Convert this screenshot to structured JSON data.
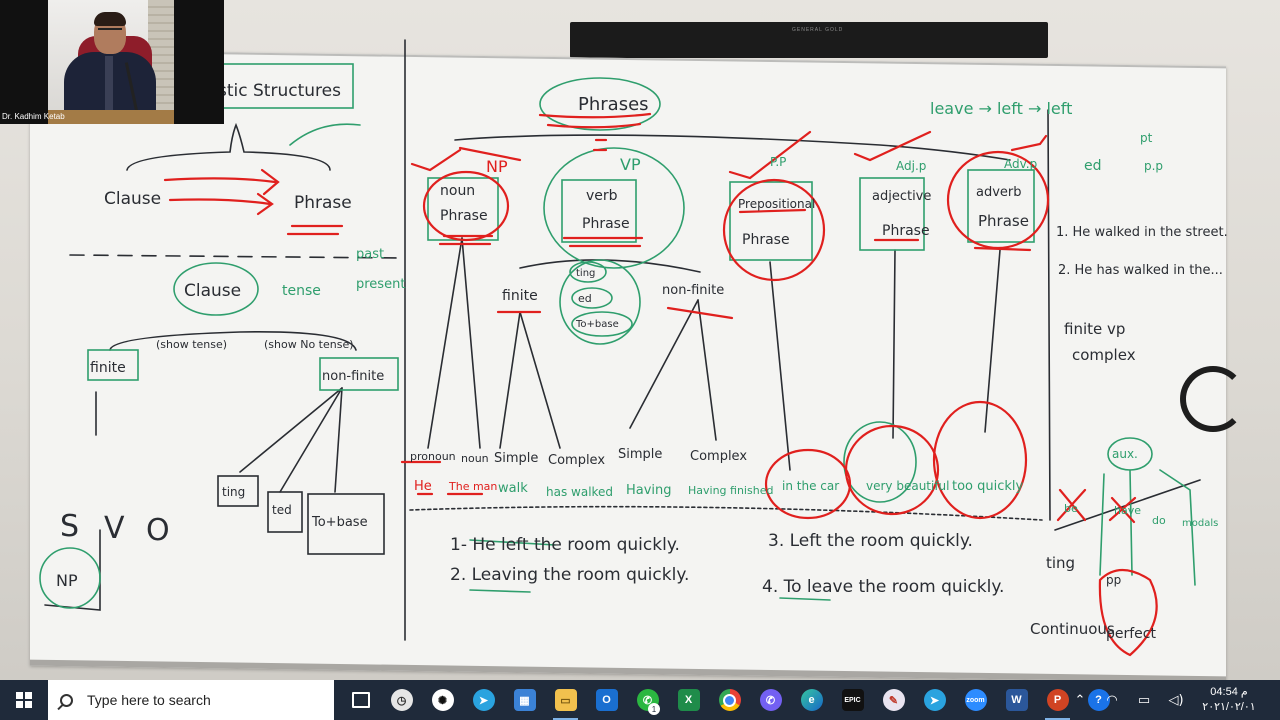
{
  "webcam": {
    "presenter_name": "Dr. Kadhim Ketab"
  },
  "monitor": {
    "label": "GENERAL GOLD"
  },
  "board": {
    "top_box": "stic Structures",
    "clause_top": "Clause",
    "phrase_top": "Phrase",
    "clause_mid": "Clause",
    "tense": "tense",
    "past": "past",
    "present": "present",
    "finite_left": "finite",
    "show_tense": "(show tense)",
    "show_no_tense": "(show No tense)",
    "nonfinite_left": "non-finite",
    "ting_box": "ting",
    "ed_box": "ted",
    "tobase_box": "To+base",
    "svo": [
      "S",
      "V",
      "O"
    ],
    "np_circle": "NP",
    "phrases_root": "Phrases",
    "np_label": "NP",
    "vp_label": "VP",
    "pp_label": "P.P",
    "adjp_label": "Adj.p",
    "advp_label": "Adv.p",
    "noun_phrase": [
      "noun",
      "Phrase"
    ],
    "verb_phrase": [
      "verb",
      "Phrase"
    ],
    "prep_phrase": [
      "Prepositional",
      "Phrase"
    ],
    "adj_phrase": [
      "adjective",
      "Phrase"
    ],
    "adv_phrase": [
      "adverb",
      "Phrase"
    ],
    "finite_mid": "finite",
    "nonfinite_mid": "non-finite",
    "bubble": [
      "ting",
      "ed",
      "To+base"
    ],
    "leaves": [
      "pronoun",
      "noun",
      "Simple",
      "Complex",
      "Simple",
      "Complex"
    ],
    "examples": [
      "He",
      "The man",
      "walk",
      "has walked",
      "Having",
      "Having finished",
      "in the car",
      "very beautiful",
      "too quickly"
    ],
    "sentences": [
      "1- He left the room quickly.",
      "2. Leaving the room quickly.",
      "3. Left the room quickly.",
      "4. To leave the room quickly."
    ],
    "leave_line": "leave → left → left",
    "ed_label": "ed",
    "pt_label": "pt",
    "pp_small": "p.p",
    "right_sentences": [
      "1. He walked in the street.",
      "2. He has walked in the..."
    ],
    "finite_vp_complex": [
      "finite vp",
      "complex"
    ],
    "aux": "aux.",
    "be": "be",
    "have": "have",
    "do": "do",
    "modals": "modals",
    "ting_right": "ting",
    "continuous": "Continuous",
    "perfect": [
      "pp",
      "perfect"
    ]
  },
  "taskbar": {
    "search_placeholder": "Type here to search",
    "time": "04:54 م",
    "date": "٢٠٢١/٠٢/٠١",
    "icons": [
      "task-view-icon",
      "clock-app-icon",
      "chatgpt-icon",
      "telegram-icon",
      "store-icon",
      "file-explorer-icon",
      "outlook-icon",
      "whatsapp-icon",
      "excel-icon",
      "chrome-icon",
      "viber-icon",
      "edge-icon",
      "epic-games-icon",
      "paint-icon",
      "telegram-icon",
      "zoom-icon",
      "word-icon",
      "powerpoint-icon",
      "help-icon"
    ],
    "whatsapp_badge": "1",
    "colors": {
      "taskbar": "#1f2a3a",
      "marker_red": "#e0201e",
      "marker_green": "#2f9e6d",
      "marker_dark": "#2a2d33"
    }
  }
}
